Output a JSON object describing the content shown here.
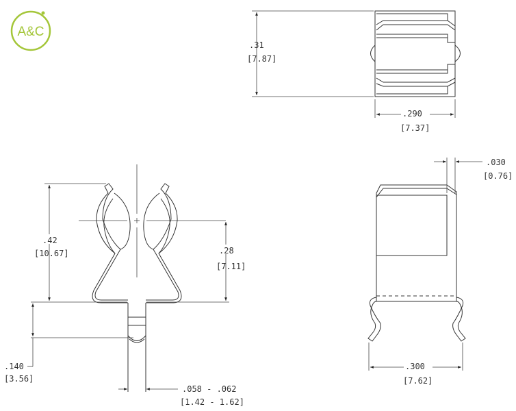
{
  "logo": {
    "text": "A&C",
    "color": "#a4c639"
  },
  "top_view": {
    "height_in": ".31",
    "height_mm": "[7.87]",
    "width_in": ".290",
    "width_mm": "[7.37]"
  },
  "side_view": {
    "thickness_in": ".030",
    "thickness_mm": "[0.76]",
    "width_in": ".300",
    "width_mm": "[7.62]"
  },
  "front_view": {
    "overall_height_in": ".42",
    "overall_height_mm": "[10.67]",
    "center_height_in": ".28",
    "center_height_mm": "[7.11]",
    "pin_length_in": ".140",
    "pin_length_mm": "[3.56]",
    "pin_width_in": ".058 - .062",
    "pin_width_mm": "[1.42 - 1.62]"
  },
  "line_color": "#333333"
}
